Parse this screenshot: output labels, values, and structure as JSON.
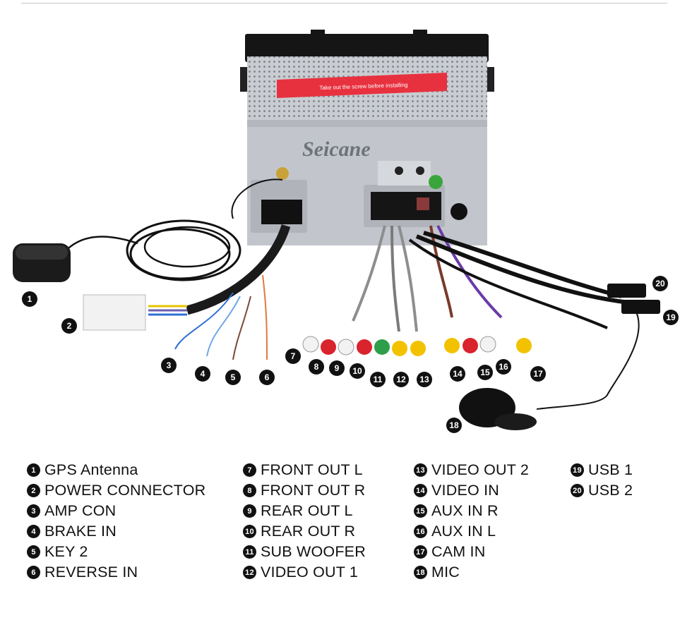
{
  "brand": "Seicane",
  "label_strip": "Take out the screw before installing",
  "callouts": [
    {
      "num": "1",
      "label": "GPS Antenna"
    },
    {
      "num": "2",
      "label": "POWER CONNECTOR"
    },
    {
      "num": "3",
      "label": "AMP CON"
    },
    {
      "num": "4",
      "label": "BRAKE IN"
    },
    {
      "num": "5",
      "label": "KEY 2"
    },
    {
      "num": "6",
      "label": "REVERSE IN"
    },
    {
      "num": "7",
      "label": "FRONT OUT L"
    },
    {
      "num": "8",
      "label": "FRONT OUT R"
    },
    {
      "num": "9",
      "label": "REAR OUT L"
    },
    {
      "num": "10",
      "label": "REAR OUT R"
    },
    {
      "num": "11",
      "label": "SUB WOOFER"
    },
    {
      "num": "12",
      "label": "VIDEO OUT 1"
    },
    {
      "num": "13",
      "label": "VIDEO OUT 2"
    },
    {
      "num": "14",
      "label": "VIDEO IN"
    },
    {
      "num": "15",
      "label": "AUX IN R"
    },
    {
      "num": "16",
      "label": "AUX IN L"
    },
    {
      "num": "17",
      "label": "CAM IN"
    },
    {
      "num": "18",
      "label": "MIC"
    },
    {
      "num": "19",
      "label": "USB 1"
    },
    {
      "num": "20",
      "label": "USB 2"
    }
  ],
  "colors": {
    "label_red": "#e8313f",
    "rca_red": "#d9232d",
    "rca_white": "#f2f2f2",
    "rca_yellow": "#f2c200",
    "rca_green": "#2f9e4a"
  }
}
